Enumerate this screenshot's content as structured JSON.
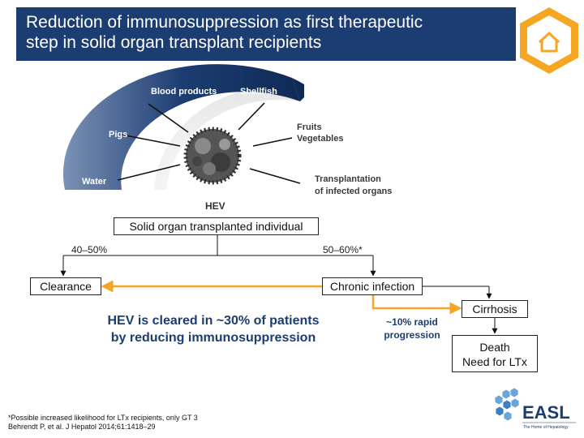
{
  "header": {
    "title_line1": "Reduction of immunosuppression as first therapeutic",
    "title_line2": "step in solid organ transplant recipients"
  },
  "colors": {
    "header_bg": "#1c3d72",
    "accent_orange": "#f5a623",
    "arc_dark": "#1c3d72",
    "text_blue": "#1c3d72"
  },
  "icons": {
    "home": "home-icon",
    "virus": "virus-icon",
    "logo": "easl-logo"
  },
  "sources": {
    "blood": "Blood products",
    "shellfish": "Shellfish",
    "pigs": "Pigs",
    "fruits": "Fruits",
    "vegetables": "Vegetables",
    "water": "Water",
    "transplant_line1": "Transplantation",
    "transplant_line2": "of infected organs",
    "hev": "HEV"
  },
  "flow": {
    "root": "Solid organ transplanted individual",
    "left_pct": "40–50%",
    "right_pct": "50–60%*",
    "clearance": "Clearance",
    "chronic": "Chronic infection",
    "cirrhosis": "Cirrhosis",
    "death_line1": "Death",
    "death_line2": "Need for LTx",
    "rapid_line1": "~10% rapid",
    "rapid_line2": "progression"
  },
  "result": {
    "line1": "HEV is cleared in ~30% of patients",
    "line2": "by reducing immunosuppression"
  },
  "footnote": {
    "line1": "*Possible increased likelihood for LTx recipients, only GT 3",
    "line2": "Behrendt P, et al. J Hepatol 2014;61:1418–29"
  },
  "logo": {
    "name": "EASL",
    "tagline": "The Home of Hepatology"
  }
}
